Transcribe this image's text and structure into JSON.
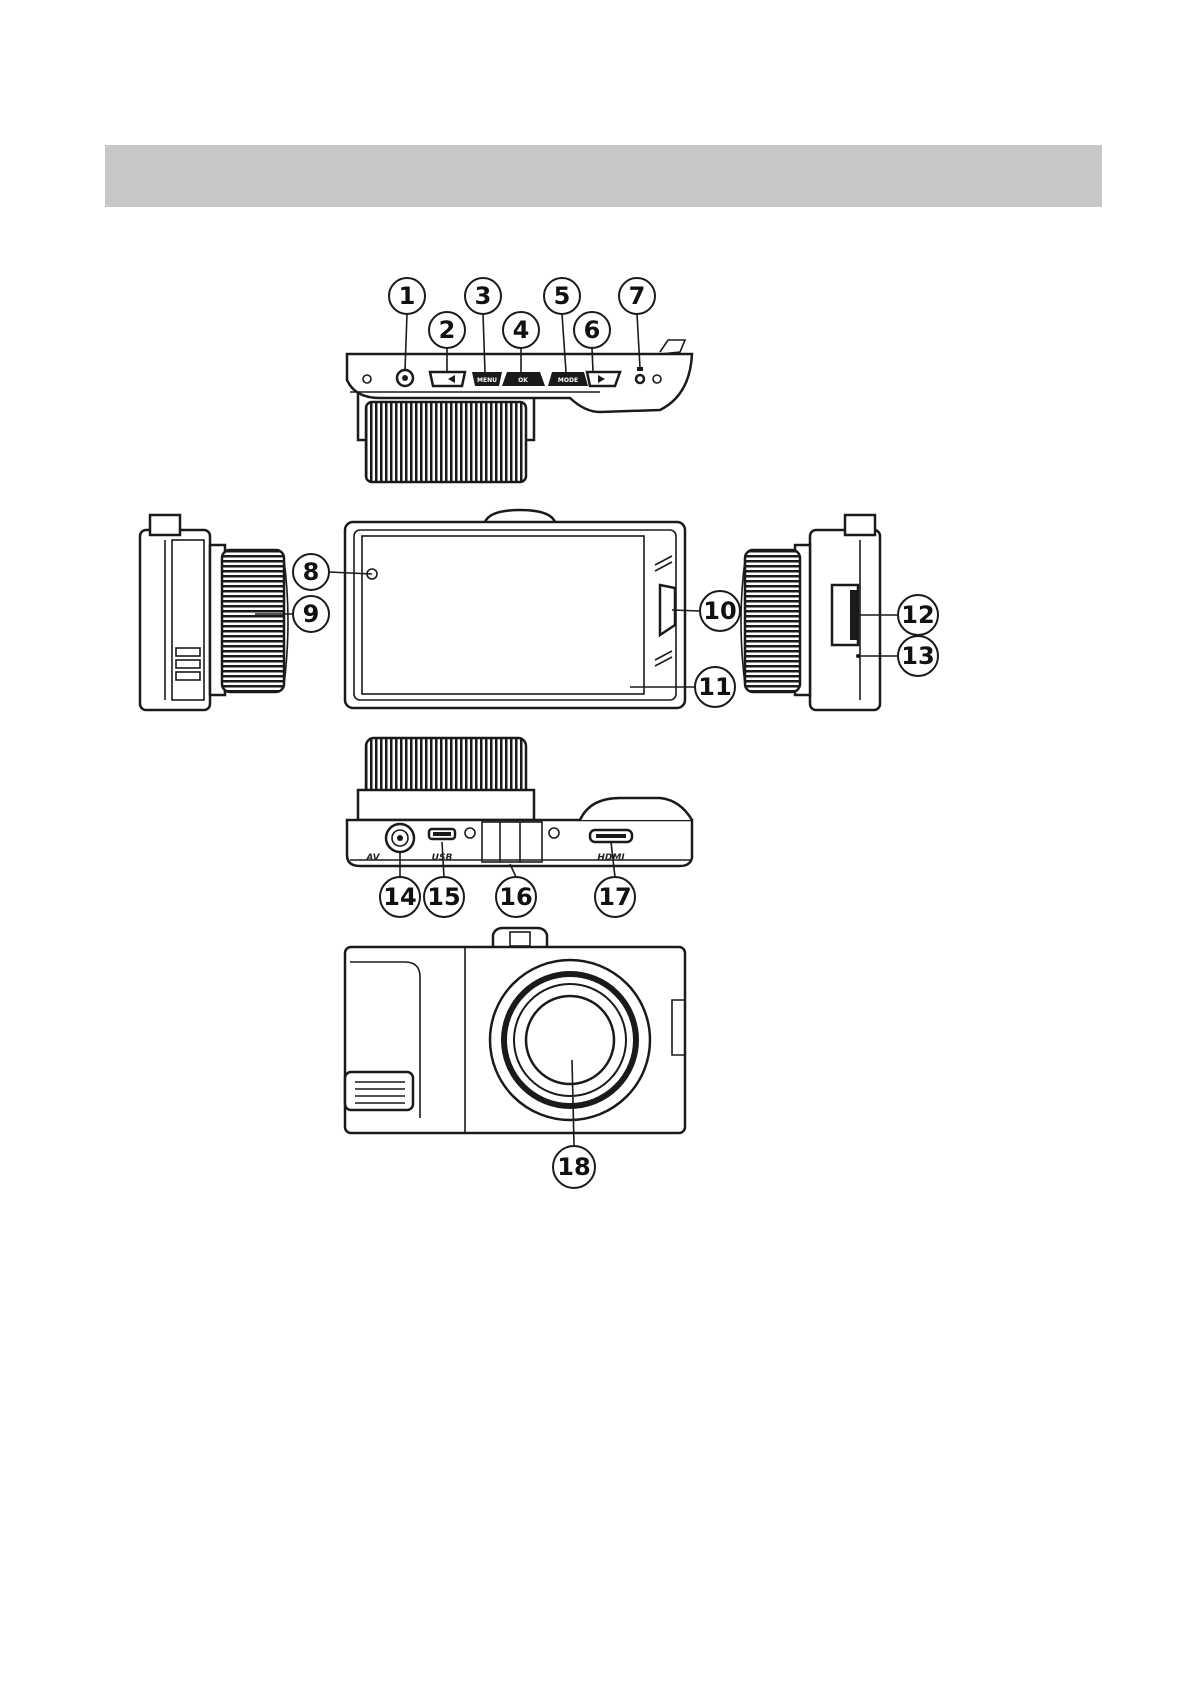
{
  "header": {
    "color": "#c8c8c8"
  },
  "ports": {
    "av": "AV",
    "usb": "USB",
    "hdmi": "HDMI"
  },
  "buttons": {
    "menu": "MENU",
    "ok": "OK",
    "mode": "MODE"
  },
  "callouts": [
    "1",
    "2",
    "3",
    "4",
    "5",
    "6",
    "7",
    "8",
    "9",
    "10",
    "11",
    "12",
    "13",
    "14",
    "15",
    "16",
    "17",
    "18"
  ]
}
